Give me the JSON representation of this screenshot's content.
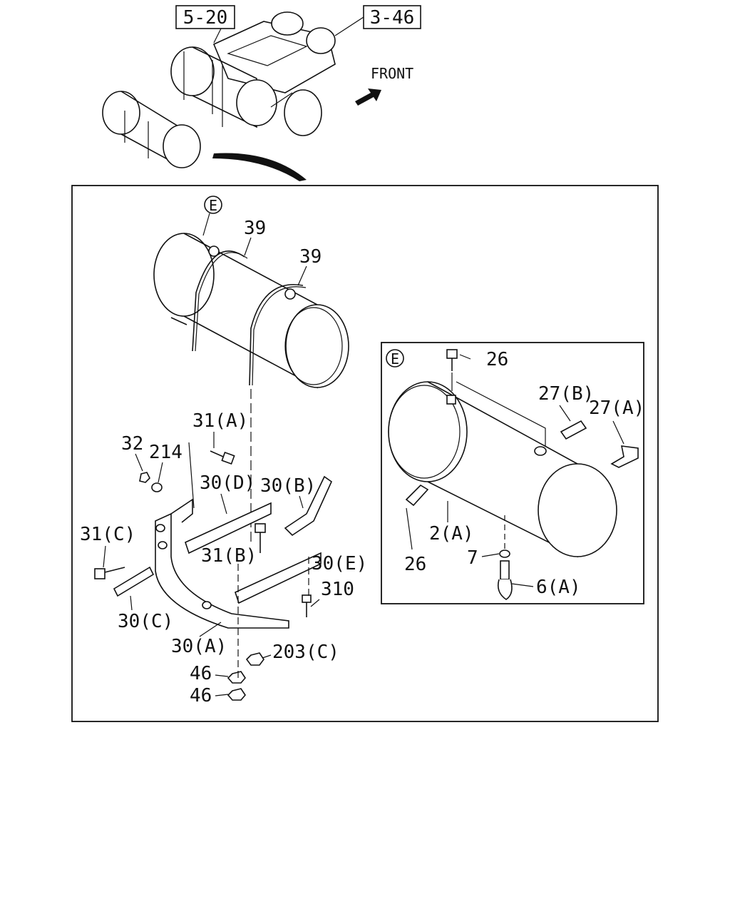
{
  "header_refs": {
    "ref_left": "5-20",
    "ref_right": "3-46"
  },
  "direction_label": "FRONT",
  "detail_marker": "E",
  "labels": {
    "strap_top": "39",
    "strap_front": "39",
    "bolt_31a": "31(A)",
    "nut_32": "32",
    "washer_214": "214",
    "bracket_30d": "30(D)",
    "bracket_30b": "30(B)",
    "bolt_31c": "31(C)",
    "bolt_31b": "31(B)",
    "bracket_30e": "30(E)",
    "bolt_310": "310",
    "bracket_30c": "30(C)",
    "bracket_30a": "30(A)",
    "nut_203c": "203(C)",
    "nut_46_upper": "46",
    "nut_46_lower": "46",
    "plug_26_top": "26",
    "fitting_27b": "27(B)",
    "fitting_27a": "27(A)",
    "tank_2a": "2(A)",
    "plug_26_bottom": "26",
    "washer_7": "7",
    "valve_6a": "6(A)"
  }
}
